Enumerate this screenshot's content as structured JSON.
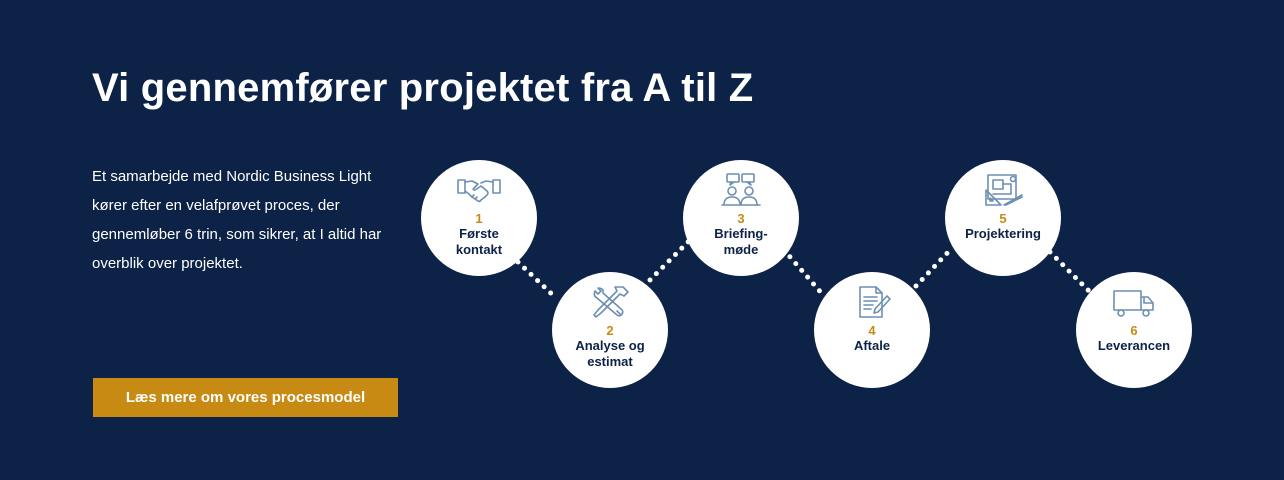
{
  "header": {
    "title": "Vi gennemfører projektet fra A til Z"
  },
  "intro": {
    "text": "Et samarbejde med Nordic Business Light kører efter en velafprøvet proces, der gennemløber 6 trin, som sikrer, at I altid har overblik over projektet."
  },
  "cta": {
    "label": "Læs mere om vores procesmodel"
  },
  "colors": {
    "background": "#0c2247",
    "accent": "#c78a12",
    "circle": "#ffffff",
    "icon": "#6d8fb3",
    "step_text": "#0c2247"
  },
  "steps": [
    {
      "number": "1",
      "label": "Første\nkontakt",
      "icon": "handshake-icon"
    },
    {
      "number": "2",
      "label": "Analyse og\nestimat",
      "icon": "tools-icon"
    },
    {
      "number": "3",
      "label": "Briefing-\nmøde",
      "icon": "meeting-icon"
    },
    {
      "number": "4",
      "label": "Aftale",
      "icon": "document-icon"
    },
    {
      "number": "5",
      "label": "Projektering",
      "icon": "blueprint-icon"
    },
    {
      "number": "6",
      "label": "Leverancen",
      "icon": "truck-icon"
    }
  ]
}
